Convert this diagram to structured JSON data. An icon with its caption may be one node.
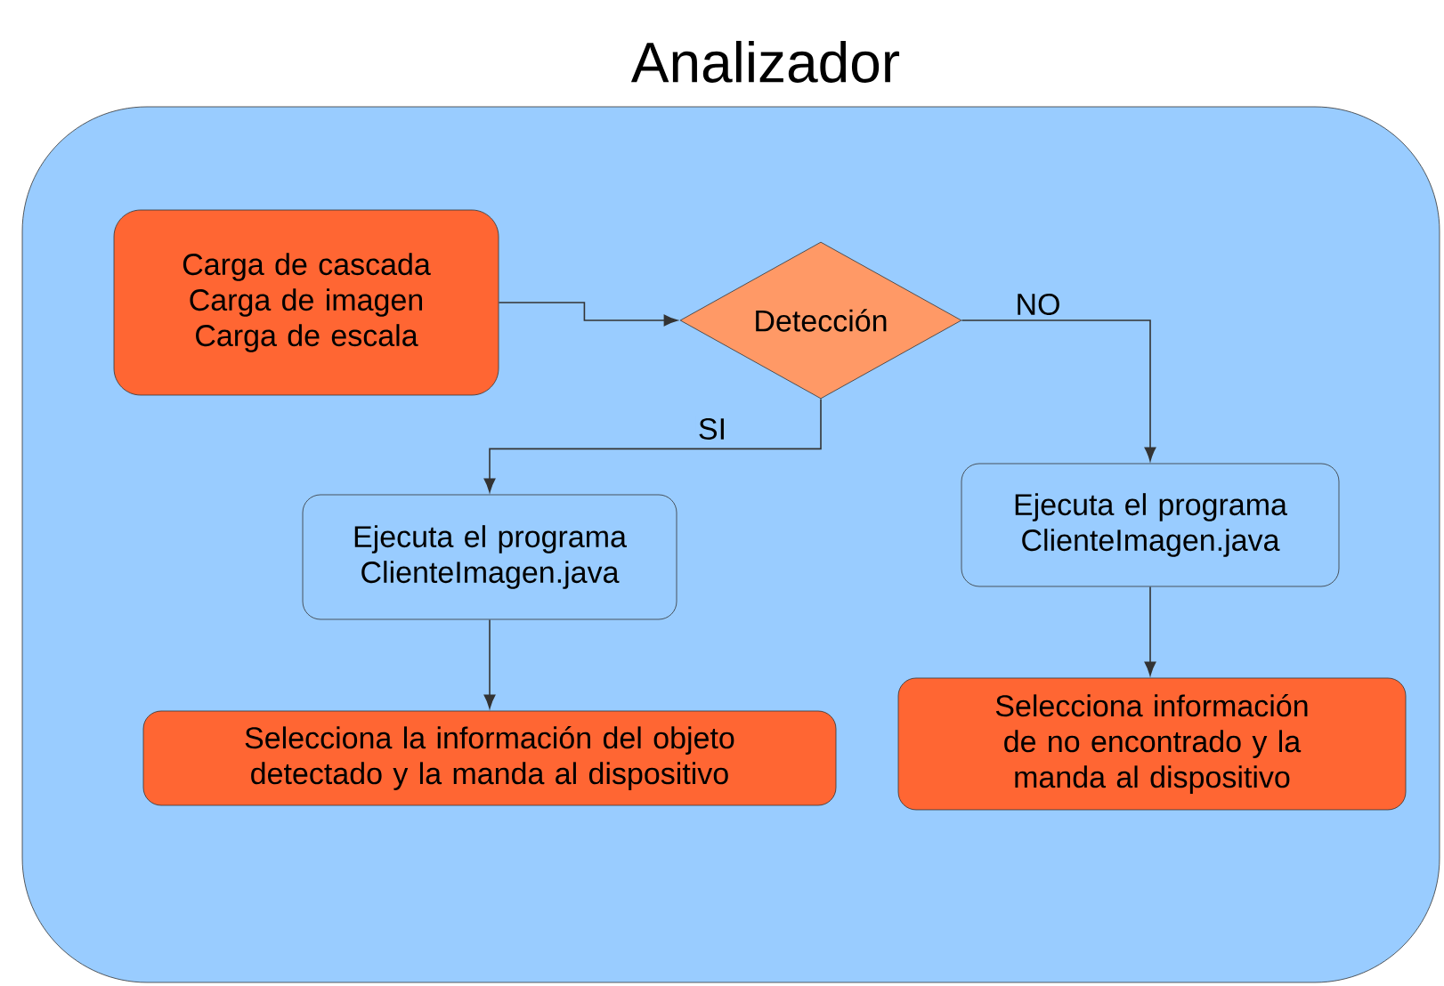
{
  "diagram": {
    "nodes": [
      {
        "text": [
          "Analizador"
        ]
      },
      {
        "text": [
          "Carga de cascada",
          "Carga de imagen",
          "Carga de escala"
        ],
        "in": 0
      },
      {
        "text": [
          "Detección"
        ],
        "in": 0
      },
      {
        "text": [
          "Ejecuta el programa ClienteImagen.java"
        ],
        "in": 0
      },
      {
        "text": [
          "Ejecuta el programa ClienteImagen.java"
        ],
        "in": 0
      },
      {
        "text": [
          "Selecciona la información del objeto detectado y la manda al dispositivo"
        ],
        "in": 0
      },
      {
        "text": [
          "Selecciona información de no encontrado y la manda al dispositivo"
        ],
        "in": 0
      }
    ],
    "edges": [
      {
        "from": 1,
        "to": 2,
        "arrow": "to"
      },
      {
        "from": 2,
        "to": 3,
        "arrow": "to",
        "label": "SI"
      },
      {
        "from": 2,
        "to": 4,
        "arrow": "to",
        "label": "NO"
      },
      {
        "from": 3,
        "to": 5,
        "arrow": "to"
      },
      {
        "from": 4,
        "to": 6,
        "arrow": "to"
      }
    ]
  }
}
